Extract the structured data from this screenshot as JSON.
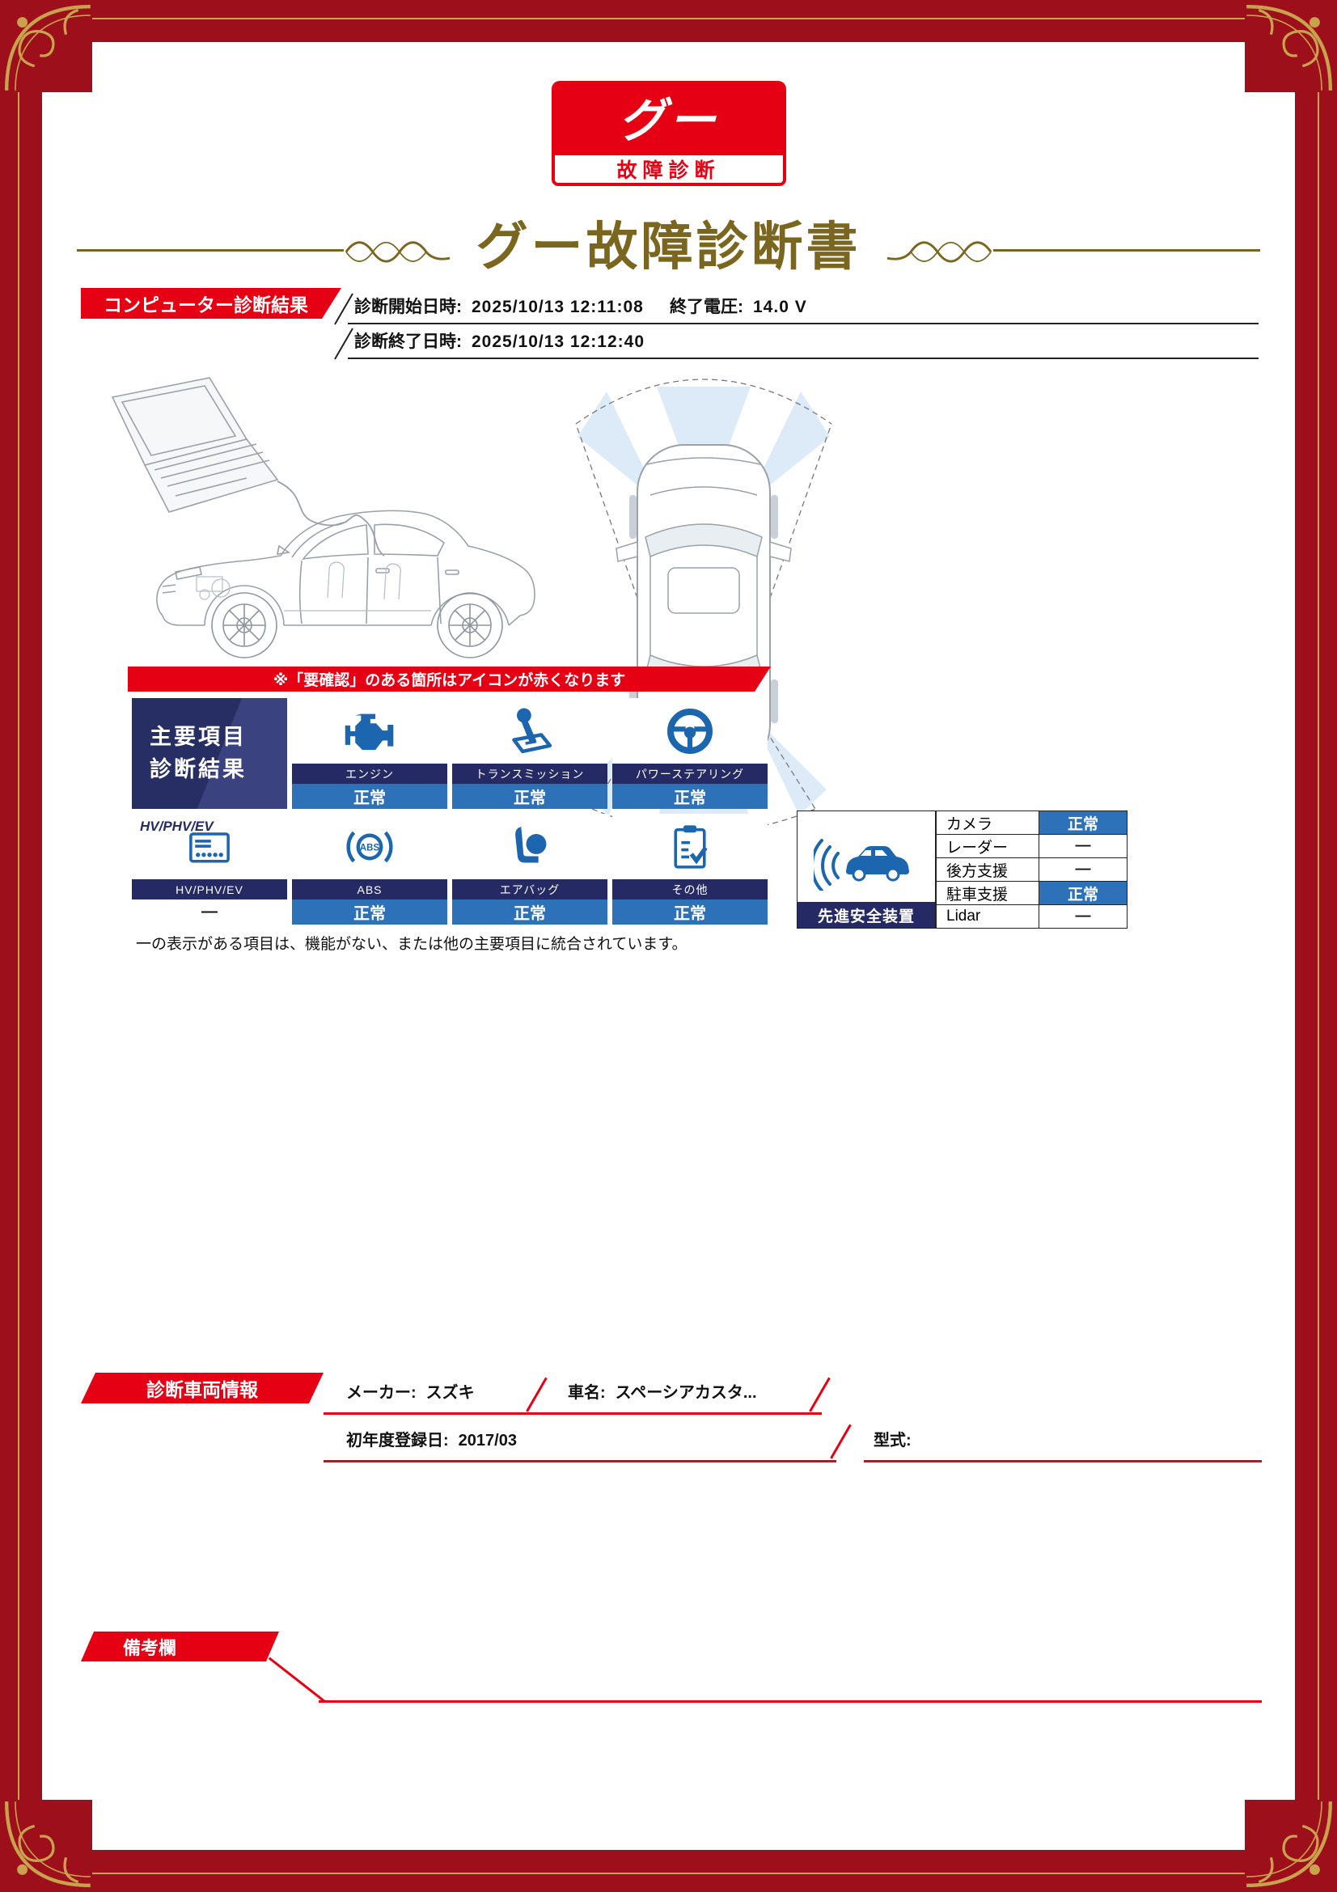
{
  "logo": {
    "mark": "グー",
    "caption": "故障診断"
  },
  "title": "グー故障診断書",
  "diagnosis": {
    "section_title": "コンピューター診断結果",
    "start_label": "診断開始日時:",
    "start_value": "2025/10/13 12:11:08",
    "voltage_label": "終了電圧:",
    "voltage_value": "14.0 V",
    "end_label": "診断終了日時:",
    "end_value": "2025/10/13 12:12:40",
    "notice": "※「要確認」のある箇所はアイコンが赤くなります"
  },
  "main_items": {
    "panel_line1": "主要項目",
    "panel_line2": "診断結果",
    "items": [
      {
        "label": "エンジン",
        "status": "正常"
      },
      {
        "label": "トランスミッション",
        "status": "正常"
      },
      {
        "label": "パワーステアリング",
        "status": "正常"
      },
      {
        "heading": "HV/PHV/EV",
        "label": "HV/PHV/EV",
        "status": "—"
      },
      {
        "label": "ABS",
        "status": "正常"
      },
      {
        "label": "エアバッグ",
        "status": "正常"
      },
      {
        "label": "その他",
        "status": "正常"
      }
    ],
    "footnote": "一の表示がある項目は、機能がない、または他の主要項目に統合されています。"
  },
  "safety": {
    "panel_title": "先進安全装置",
    "rows": [
      {
        "label": "カメラ",
        "value": "正常"
      },
      {
        "label": "レーダー",
        "value": "—"
      },
      {
        "label": "後方支援",
        "value": "—"
      },
      {
        "label": "駐車支援",
        "value": "正常"
      },
      {
        "label": "Lidar",
        "value": "—"
      }
    ]
  },
  "vehicle": {
    "section_title": "診断車両情報",
    "maker_label": "メーカー:",
    "maker_value": "スズキ",
    "name_label": "車名:",
    "name_value": "スペーシアカスタ...",
    "first_reg_label": "初年度登録日:",
    "first_reg_value": "2017/03",
    "model_label": "型式:",
    "model_value": ""
  },
  "remarks": {
    "section_title": "備考欄"
  },
  "colors": {
    "accent_red": "#e60013",
    "frame_red": "#9d0f1a",
    "gold": "#c8a24c",
    "navy": "#252a65",
    "status_blue": "#2d72b8",
    "title_bronze": "#7a661e",
    "icon_blue": "#1b66ae"
  }
}
